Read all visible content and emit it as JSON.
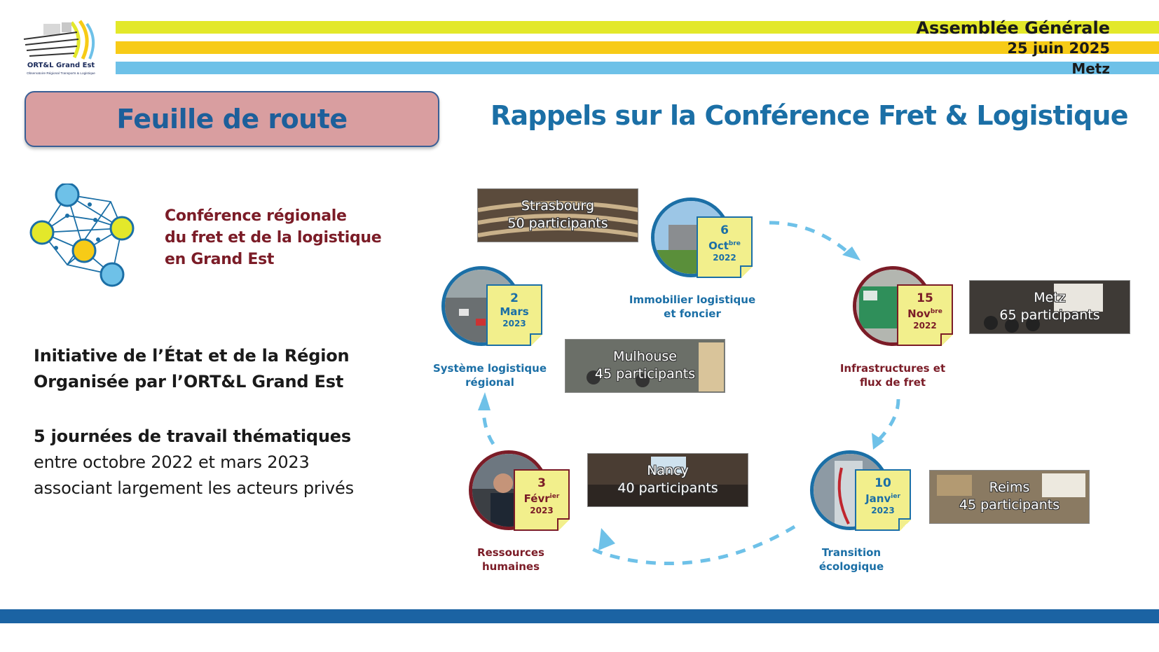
{
  "header": {
    "event": "Assemblée Générale",
    "date": "25 juin 2025",
    "city": "Metz",
    "stripe_colors": [
      "#e3e82a",
      "#f7cb17",
      "#6ec1e8"
    ]
  },
  "logo": {
    "name": "ORT&L Grand Est",
    "subtitle": "Observatoire Régional Transports & Logistique"
  },
  "roadmap_label": "Feuille de route",
  "main_title": "Rappels sur la Conférence Fret & Logistique",
  "conference_title": "Conférence régionale\ndu fret et de la logistique\nen Grand Est",
  "left_text": {
    "line1": "Initiative de l’État et de la Région",
    "line2": "Organisée par l’ORT&L Grand Est",
    "line3": "5 journées de travail thématiques",
    "line4": "entre octobre 2022 et mars 2023",
    "line5": "associant largement les acteurs privés"
  },
  "sessions": [
    {
      "day": "6",
      "month": "Oct",
      "month_sup": "bre",
      "year": "2022",
      "topic": "Immobilier logistique\net foncier",
      "city": "Strasbourg",
      "participants": "50 participants"
    },
    {
      "day": "15",
      "month": "Nov",
      "month_sup": "bre",
      "year": "2022",
      "topic": "Infrastructures et\nflux de fret",
      "city": "Metz",
      "participants": "65 participants"
    },
    {
      "day": "10",
      "month": "Janv",
      "month_sup": "ier",
      "year": "2023",
      "topic": "Transition\nécologique",
      "city": "Reims",
      "participants": "45 participants"
    },
    {
      "day": "3",
      "month": "Févr",
      "month_sup": "ier",
      "year": "2023",
      "topic": "Ressources\nhumaines",
      "city": "Nancy",
      "participants": "40 participants"
    },
    {
      "day": "2",
      "month": "Mars",
      "month_sup": "",
      "year": "2023",
      "topic": "Système logistique\nrégional",
      "city": "Mulhouse",
      "participants": "45 participants"
    }
  ],
  "colors": {
    "blue": "#1b6fa6",
    "red": "#7b1c27",
    "note_yellow": "#f2ef8c",
    "arrow": "#6ec1e8",
    "footer": "#1b63a3"
  }
}
